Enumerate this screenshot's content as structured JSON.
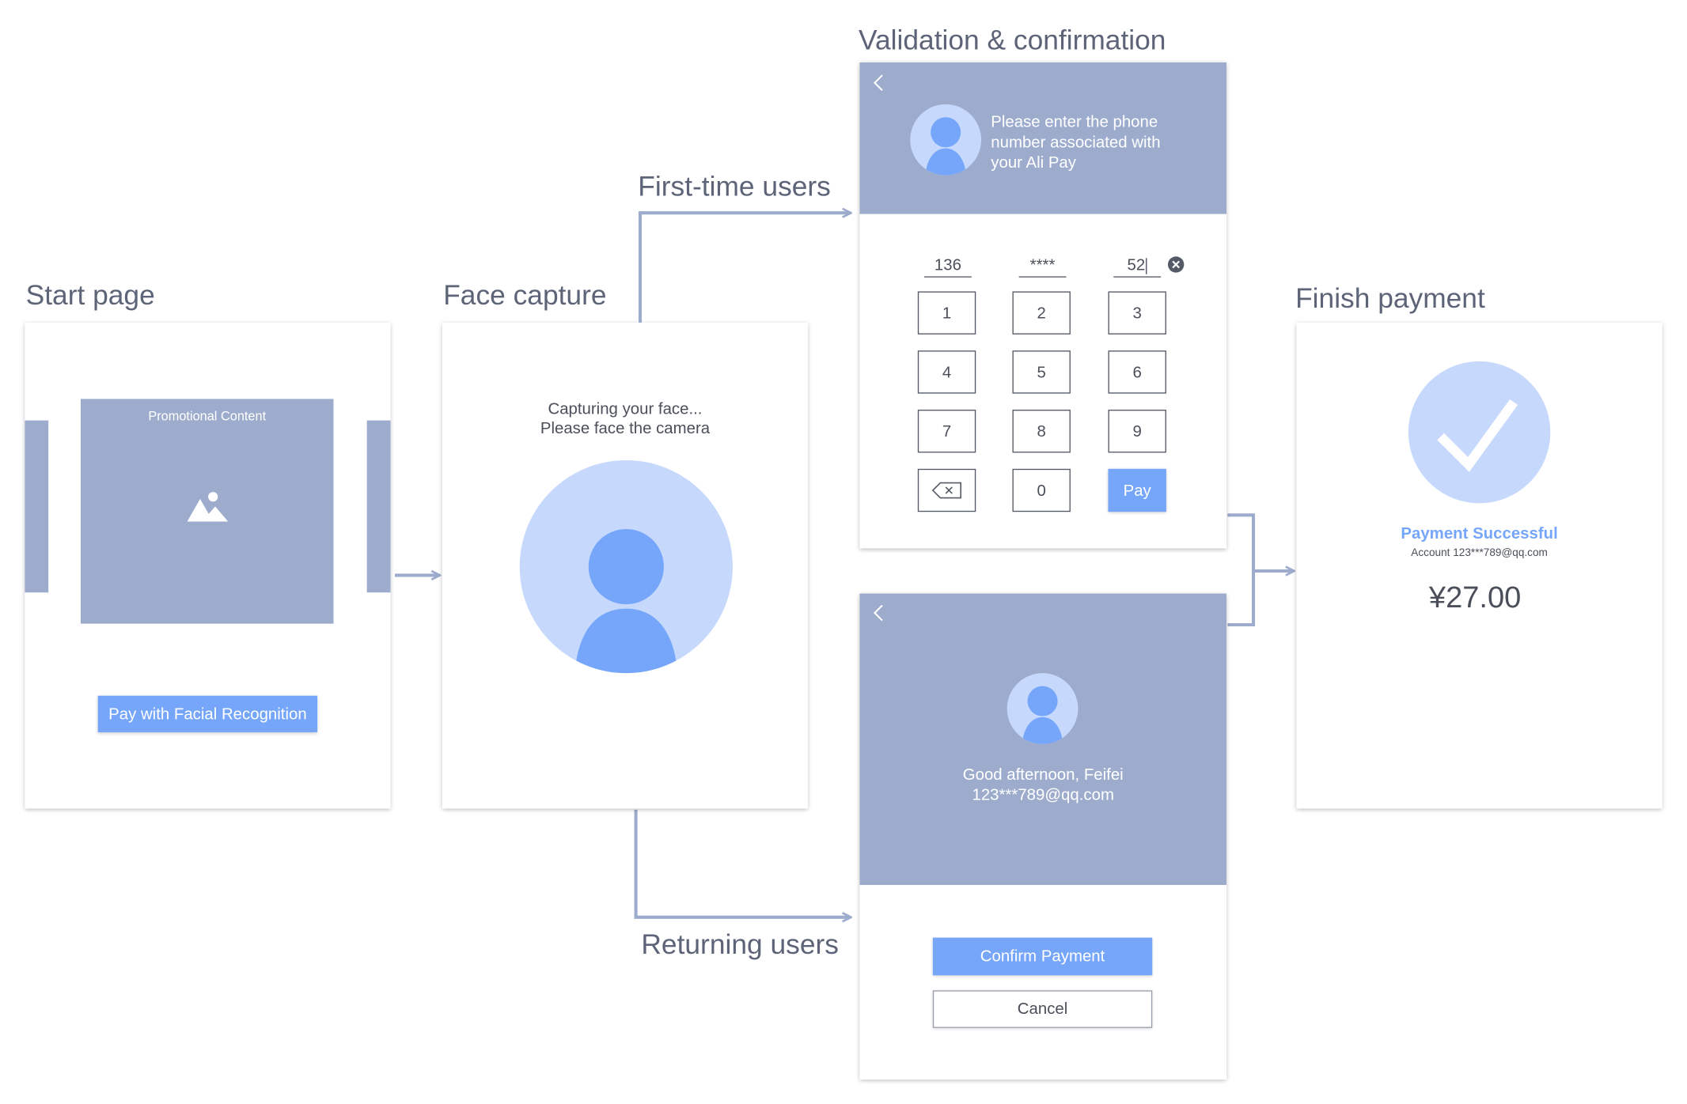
{
  "labels": {
    "start": "Start page",
    "face": "Face capture",
    "validation": "Validation & confirmation",
    "first_time": "First-time users",
    "returning": "Returning users",
    "finish": "Finish payment"
  },
  "start_page": {
    "promo_label": "Promotional Content",
    "pay_button": "Pay with Facial Recognition",
    "icons": [
      "image-icon"
    ]
  },
  "face_capture": {
    "line1": "Capturing your face...",
    "line2": "Please face the camera",
    "icons": [
      "avatar-icon"
    ]
  },
  "validation": {
    "prompt_line1": "Please enter the phone",
    "prompt_line2": "number associated with",
    "prompt_line3": "your Ali Pay",
    "field1": "136",
    "field2": "****",
    "field3": "52",
    "keys": [
      "1",
      "2",
      "3",
      "4",
      "5",
      "6",
      "7",
      "8",
      "9"
    ],
    "zero": "0",
    "pay": "Pay",
    "icons": [
      "back-icon",
      "avatar-icon",
      "clear-icon",
      "backspace-icon"
    ]
  },
  "returning": {
    "greeting": "Good afternoon, Feifei",
    "email": "123***789@qq.com",
    "confirm": "Confirm Payment",
    "cancel": "Cancel",
    "icons": [
      "back-icon",
      "avatar-icon"
    ]
  },
  "finish": {
    "status": "Payment Successful",
    "account": "Account 123***789@qq.com",
    "amount": "¥27.00",
    "icons": [
      "checkmark-icon"
    ]
  },
  "colors": {
    "accent_blue": "#76a6fa",
    "panel_gray": "#9daccd",
    "light_blue": "#c6d9fd",
    "connector": "#9daccd",
    "text": "#5d6478"
  }
}
